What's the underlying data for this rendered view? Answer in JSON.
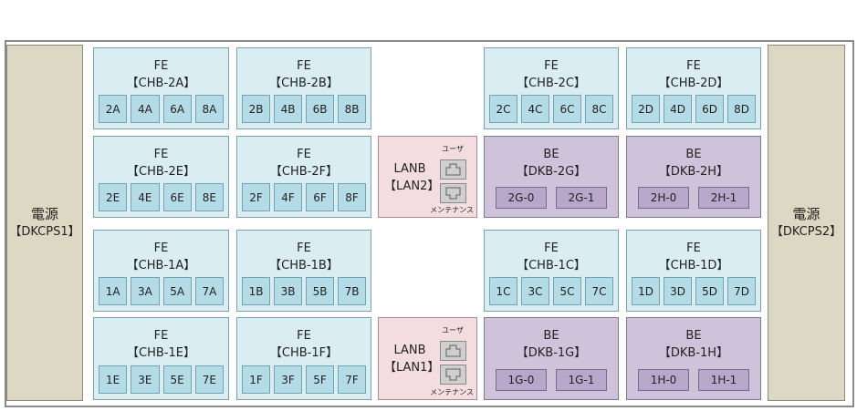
{
  "power_supplies": [
    {
      "label": "電源",
      "id": "【DKCPS1】"
    },
    {
      "label": "電源",
      "id": "【DKCPS2】"
    }
  ],
  "fe_boards": [
    {
      "type": "FE",
      "id": "【CHB-2A】",
      "ports": [
        "2A",
        "4A",
        "6A",
        "8A"
      ]
    },
    {
      "type": "FE",
      "id": "【CHB-2B】",
      "ports": [
        "2B",
        "4B",
        "6B",
        "8B"
      ]
    },
    {
      "type": "FE",
      "id": "【CHB-2C】",
      "ports": [
        "2C",
        "4C",
        "6C",
        "8C"
      ]
    },
    {
      "type": "FE",
      "id": "【CHB-2D】",
      "ports": [
        "2D",
        "4D",
        "6D",
        "8D"
      ]
    },
    {
      "type": "FE",
      "id": "【CHB-2E】",
      "ports": [
        "2E",
        "4E",
        "6E",
        "8E"
      ]
    },
    {
      "type": "FE",
      "id": "【CHB-2F】",
      "ports": [
        "2F",
        "4F",
        "6F",
        "8F"
      ]
    },
    {
      "type": "FE",
      "id": "【CHB-1A】",
      "ports": [
        "1A",
        "3A",
        "5A",
        "7A"
      ]
    },
    {
      "type": "FE",
      "id": "【CHB-1B】",
      "ports": [
        "1B",
        "3B",
        "5B",
        "7B"
      ]
    },
    {
      "type": "FE",
      "id": "【CHB-1C】",
      "ports": [
        "1C",
        "3C",
        "5C",
        "7C"
      ]
    },
    {
      "type": "FE",
      "id": "【CHB-1D】",
      "ports": [
        "1D",
        "3D",
        "5D",
        "7D"
      ]
    },
    {
      "type": "FE",
      "id": "【CHB-1E】",
      "ports": [
        "1E",
        "3E",
        "5E",
        "7E"
      ]
    },
    {
      "type": "FE",
      "id": "【CHB-1F】",
      "ports": [
        "1F",
        "3F",
        "5F",
        "7F"
      ]
    }
  ],
  "be_boards": [
    {
      "type": "BE",
      "id": "【DKB-2G】",
      "ports": [
        "2G-0",
        "2G-1"
      ]
    },
    {
      "type": "BE",
      "id": "【DKB-2H】",
      "ports": [
        "2H-0",
        "2H-1"
      ]
    },
    {
      "type": "BE",
      "id": "【DKB-1G】",
      "ports": [
        "1G-0",
        "1G-1"
      ]
    },
    {
      "type": "BE",
      "id": "【DKB-1H】",
      "ports": [
        "1H-0",
        "1H-1"
      ]
    }
  ],
  "lan_boards": [
    {
      "type": "LANB",
      "id": "【LAN2】",
      "user_label": "ユーザ",
      "maintenance_label": "メンテナンス"
    },
    {
      "type": "LANB",
      "id": "【LAN1】",
      "user_label": "ユーザ",
      "maintenance_label": "メンテナンス"
    }
  ],
  "colors": {
    "fe_board": "#daedf3",
    "fe_port": "#b4dbe6",
    "be_board": "#cfc3dc",
    "be_port": "#b9a7cb",
    "lan_board": "#f3dde0",
    "power_supply": "#ddd8c3"
  }
}
